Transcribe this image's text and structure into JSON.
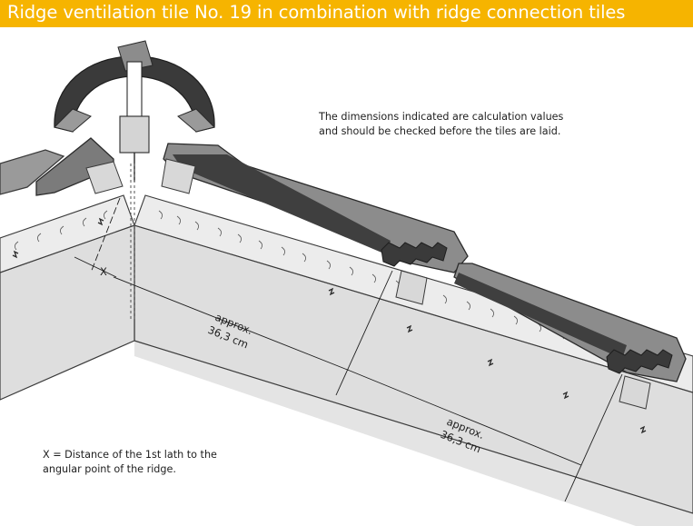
{
  "title": "Ridge ventilation tile No. 19 in combination with ridge connection tiles",
  "note_top": {
    "line1": "The dimensions indicated are calculation values",
    "line2": "and should be checked before the tiles are laid."
  },
  "note_bottom": {
    "line1": "X = Distance of the 1st lath to the",
    "line2": "angular point of the ridge."
  },
  "dimensions": {
    "x_label": "X",
    "approx_label": "approx.",
    "spacing_1": "36,3 cm",
    "spacing_2": "36,3 cm"
  },
  "colors": {
    "accent": "#f6b400",
    "tile_grey": "#8c8c8c",
    "dark_grey": "#3a3a3a",
    "wood": "#d4d4d4",
    "board": "#e2e2e2"
  }
}
